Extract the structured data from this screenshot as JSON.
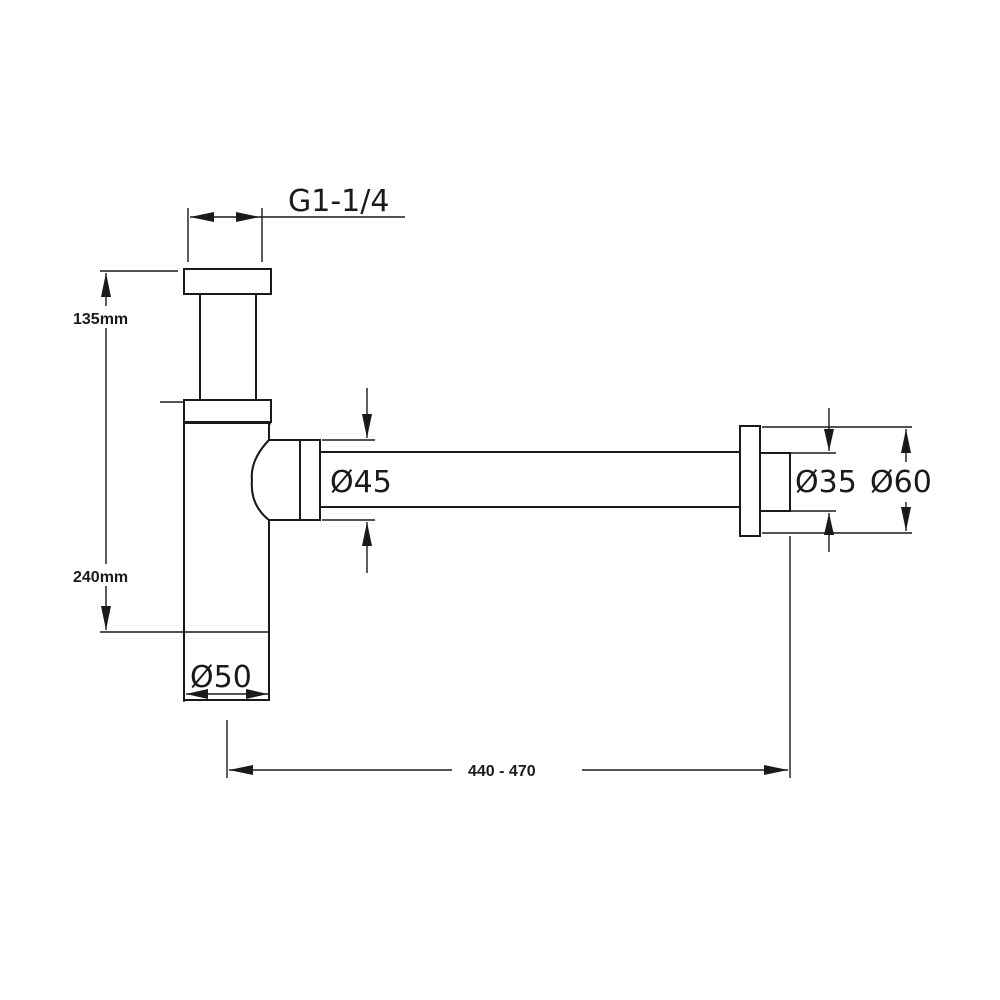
{
  "labels": {
    "thread": "G1-1/4",
    "height_top": "135mm",
    "height_bottom": "240mm",
    "diameter_body": "Ø50",
    "diameter_pipe": "Ø45",
    "diameter_outlet": "Ø35",
    "diameter_flange": "Ø60",
    "length_range": "440 - 470"
  }
}
